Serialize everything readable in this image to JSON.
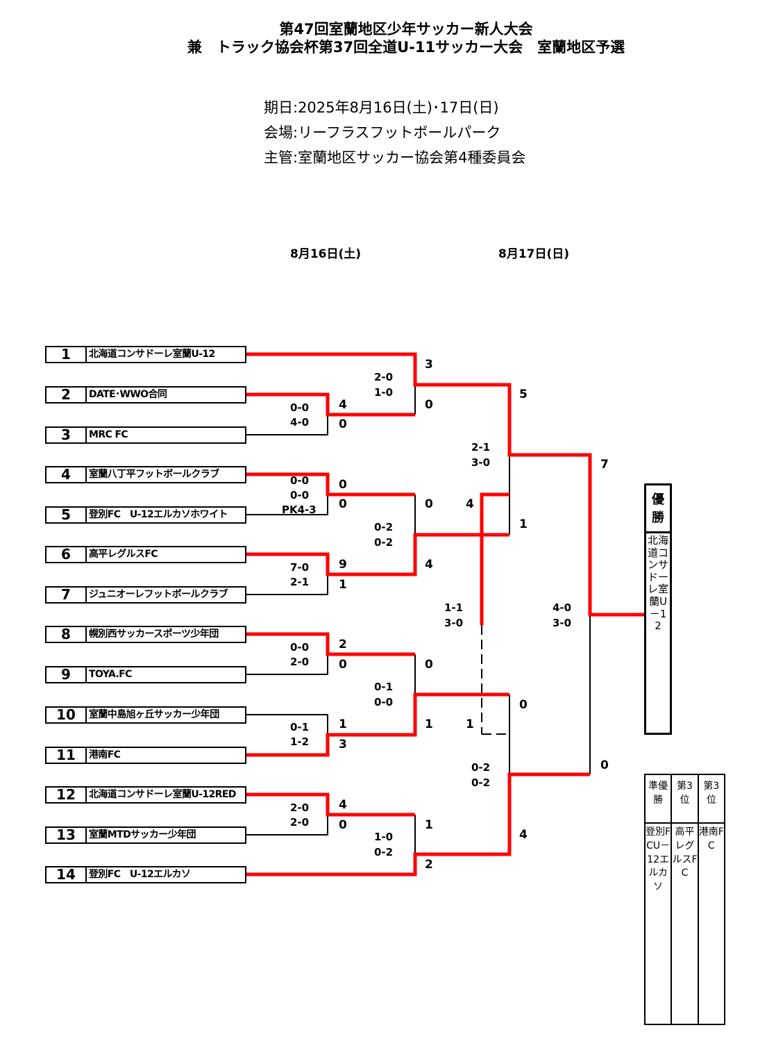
{
  "header": {
    "title_line1": "第47回室蘭地区少年サッカー新人大会",
    "title_line2": "兼　トラック協会杯第37回全道U-11サッカー大会　室蘭地区予選",
    "date_line": "期日:2025年8月16日(土)･17日(日)",
    "venue_line": "会場:リーフラスフットボールパーク",
    "organizer_line": "主管:室蘭地区サッカー協会第4種委員会"
  },
  "days": {
    "day1": "8月16日(土)",
    "day2": "8月17日(日)"
  },
  "teams": [
    {
      "no": "1",
      "name": "北海道コンサドーレ室蘭U-12"
    },
    {
      "no": "2",
      "name": "DATE･WWO合同"
    },
    {
      "no": "3",
      "name": "MRC FC"
    },
    {
      "no": "4",
      "name": "室蘭八丁平フットボールクラブ"
    },
    {
      "no": "5",
      "name": "登別FC　U-12エルカソホワイト"
    },
    {
      "no": "6",
      "name": "高平レグルスFC"
    },
    {
      "no": "7",
      "name": "ジュニオーレフットボールクラブ"
    },
    {
      "no": "8",
      "name": "幌別西サッカースポーツ少年団"
    },
    {
      "no": "9",
      "name": "TOYA.FC"
    },
    {
      "no": "10",
      "name": "室蘭中島旭ヶ丘サッカー少年団"
    },
    {
      "no": "11",
      "name": "港南FC"
    },
    {
      "no": "12",
      "name": "北海道コンサドーレ室蘭U-12RED"
    },
    {
      "no": "13",
      "name": "室蘭MTDサッカー少年団"
    },
    {
      "no": "14",
      "name": "登別FC　U-12エルカソ"
    }
  ],
  "halves": {
    "m23": {
      "h1": "0-0",
      "h2": "4-0"
    },
    "m45": {
      "h1": "0-0",
      "h2": "0-0",
      "pk": "PK4-3"
    },
    "m67": {
      "h1": "7-0",
      "h2": "2-1"
    },
    "m89": {
      "h1": "0-0",
      "h2": "2-0"
    },
    "m1011": {
      "h1": "0-1",
      "h2": "1-2"
    },
    "m1213": {
      "h1": "2-0",
      "h2": "2-0"
    },
    "r2a": {
      "h1": "2-0",
      "h2": "1-0"
    },
    "r2b": {
      "h1": "0-2",
      "h2": "0-2"
    },
    "r2c": {
      "h1": "0-1",
      "h2": "0-0"
    },
    "r2d": {
      "h1": "1-0",
      "h2": "0-2"
    },
    "sf1": {
      "h1": "2-1",
      "h2": "3-0"
    },
    "sf2": {
      "h1": "0-2",
      "h2": "0-2"
    },
    "third": {
      "h1": "1-1",
      "h2": "3-0"
    },
    "final": {
      "h1": "4-0",
      "h2": "3-0"
    }
  },
  "scores": {
    "m23_top": "4",
    "m23_bot": "0",
    "m45_top": "0",
    "m45_bot": "0",
    "m67_top": "9",
    "m67_bot": "1",
    "m89_top": "2",
    "m89_bot": "0",
    "m1011_top": "1",
    "m1011_bot": "3",
    "m1213_top": "4",
    "m1213_bot": "0",
    "r2a_top": "3",
    "r2a_bot": "0",
    "r2b_top": "0",
    "r2b_bot": "4",
    "r2c_top": "0",
    "r2c_bot": "1",
    "r2d_top": "1",
    "r2d_bot": "2",
    "sf1_top": "5",
    "sf1_bot": "1",
    "sf2_top": "0",
    "sf2_bot": "4",
    "third_top": "4",
    "third_bot": "1",
    "final_top": "7",
    "final_bot": "0"
  },
  "champion": {
    "label": "優勝",
    "team": "北海道コンサドーレ室蘭U－12"
  },
  "results": [
    {
      "label": "準優勝",
      "team": "登別FCU－12エルカソ"
    },
    {
      "label": "第3位",
      "team": "高平レグルスFC"
    },
    {
      "label": "第3位",
      "team": "港南FC"
    }
  ],
  "colors": {
    "winner_line": "#ff0000",
    "line": "#000000"
  }
}
